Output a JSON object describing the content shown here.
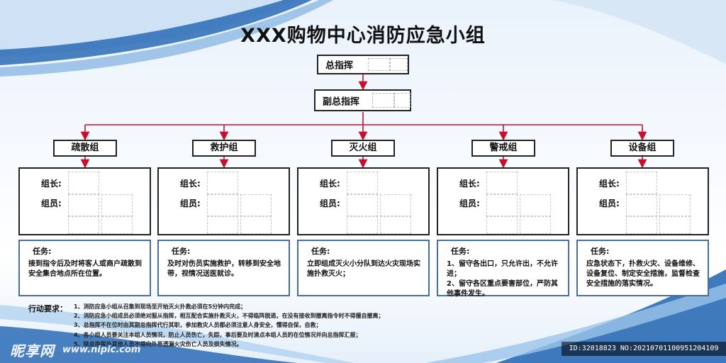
{
  "title": "XXX购物中心消防应急小组",
  "commander": {
    "label": "总指挥"
  },
  "deputy": {
    "label": "副总指挥"
  },
  "member_labels": {
    "leader": "组长:",
    "members": "组员:"
  },
  "task_label": "任务:",
  "groups": [
    {
      "name": "疏散组",
      "task": "接到指令后及时将客人或商户疏散到安全集合地点所在位置。"
    },
    {
      "name": "救护组",
      "task": "及时对伤员实施救护，转移到安全地带，视情况送医就诊。"
    },
    {
      "name": "灭火组",
      "task": "立即组成灭火小分队到达火灾现场实施扑救灭火；"
    },
    {
      "name": "警戒组",
      "task": "1、留守各出口，只允许出，不允许进；\n2、留守各区重点要害部位，严防其他事件发生。"
    },
    {
      "name": "设备组",
      "task": "应急状态下，扑救火灾、设备维修、设备复位、制定安全措施，监督检查安全措施的落实情况。"
    }
  ],
  "requirements": {
    "label": "行动要求：",
    "items": [
      "1、消防应急小组从召集到现场至开始灭火扑救必须在5分钟内完成；",
      "2、消防应急小组成员必须绝对服从指挥，相互配合实施扑救灭火，不得临阵脱逃，在没有接收到撤离指令时不得擅自撤离；",
      "3、总指挥不在位时由其副总指挥代行其职，参加救灾人员都必须注意人身安全，懂得自保，自救；",
      "4、各小组人员要关注本组人员情况，防止人员伤亡，失踪，事后要及时清点本组人员的在位情况并向总指挥汇报；",
      "5、除总指挥外其他人员不得向外界透漏火灾伤亡人员及损失情况。"
    ]
  },
  "watermark": {
    "logo": "昵享网",
    "url": "www.nipic.com",
    "id": "ID:32018823 NO:20210701100951204109"
  },
  "colors": {
    "arrow": "#c8102e",
    "accent": "#2a6bb5",
    "task_border": "#4a6e9a"
  }
}
